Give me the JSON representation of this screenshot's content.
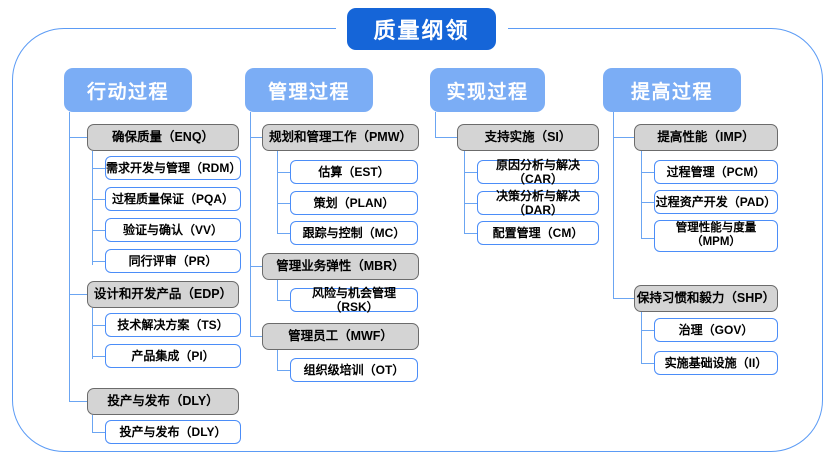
{
  "diagram": {
    "title": "质量纲领",
    "type": "tree-hierarchy",
    "columns": [
      {
        "header": "行动过程",
        "groups": [
          {
            "label": "确保质量（ENQ）",
            "children": [
              "需求开发与管理（RDM）",
              "过程质量保证（PQA）",
              "验证与确认（VV）",
              "同行评审（PR）"
            ]
          },
          {
            "label": "设计和开发产品（EDP）",
            "children": [
              "技术解决方案（TS）",
              "产品集成（PI）"
            ]
          },
          {
            "label": "投产与发布（DLY）",
            "children": [
              "投产与发布（DLY）"
            ]
          }
        ]
      },
      {
        "header": "管理过程",
        "groups": [
          {
            "label": "规划和管理工作（PMW）",
            "children": [
              "估算（EST）",
              "策划（PLAN）",
              "跟踪与控制（MC）"
            ]
          },
          {
            "label": "管理业务弹性（MBR）",
            "children": [
              "风险与机会管理（RSK）"
            ]
          },
          {
            "label": "管理员工（MWF）",
            "children": [
              "组织级培训（OT）"
            ]
          }
        ]
      },
      {
        "header": "实现过程",
        "groups": [
          {
            "label": "支持实施（SI）",
            "children": [
              "原因分析与解决（CAR）",
              "决策分析与解决（DAR）",
              "配置管理（CM）"
            ]
          }
        ]
      },
      {
        "header": "提高过程",
        "groups": [
          {
            "label": "提高性能（IMP）",
            "children": [
              "过程管理（PCM）",
              "过程资产开发（PAD）",
              "管理性能与度量\n（MPM）"
            ]
          },
          {
            "label": "保持习惯和毅力（SHP）",
            "children": [
              "治理（GOV）",
              "实施基础设施（II）"
            ]
          }
        ]
      }
    ],
    "colors": {
      "title_chip": "#1565d8",
      "column_header": "#7badf5",
      "group_box": "#d4d4d4",
      "group_border": "#6b6b6b",
      "leaf_border": "#4b8df8",
      "connector": "#6ba5f2",
      "frame_border": "#5b9bf5",
      "background": "#ffffff"
    }
  }
}
